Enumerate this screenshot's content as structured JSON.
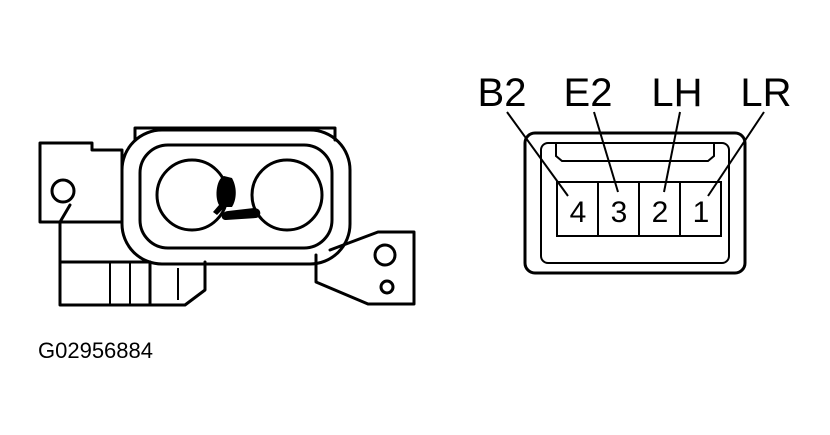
{
  "figure_code": "G02956884",
  "icon": "seat-icon",
  "connector": {
    "pins": [
      {
        "name": "B2",
        "number": "4"
      },
      {
        "name": "E2",
        "number": "3"
      },
      {
        "name": "LH",
        "number": "2"
      },
      {
        "name": "LR",
        "number": "1"
      }
    ]
  }
}
